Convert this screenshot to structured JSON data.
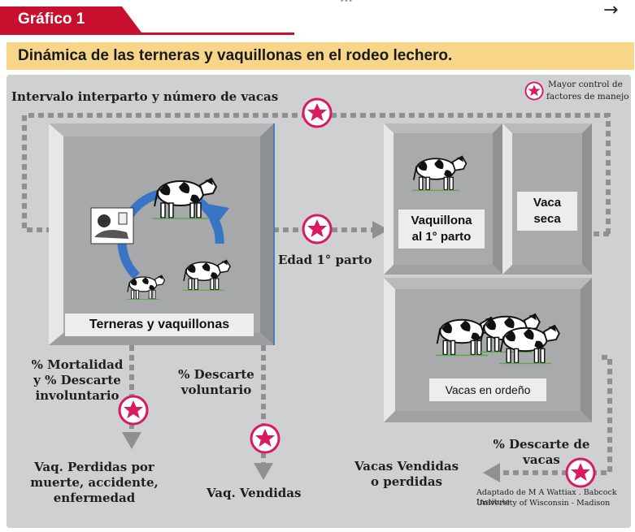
{
  "header": {
    "tag_label": "Gráfico 1",
    "title": "Dinámica de las terneras y vaquillonas en el rodeo lechero.",
    "cut_text": "..."
  },
  "legend": {
    "text_line1": "Mayor control de",
    "text_line2": "factores de manejo"
  },
  "labels": {
    "interval": "Intervalo interparto y número de vacas",
    "edad": "Edad 1° parto",
    "mortalidad_l1": "% Mortalidad",
    "mortalidad_l2": "y  % Descarte",
    "mortalidad_l3": "involuntario",
    "desc_vol_l1": "% Descarte",
    "desc_vol_l2": "voluntario",
    "perdidas_l1": "Vaq. Perdidas  por",
    "perdidas_l2": "muerte, accidente,",
    "perdidas_l3": "enfermedad",
    "vendidas": "Vaq. Vendidas",
    "desc_vacas_l1": "% Descarte de",
    "desc_vacas_l2": "vacas",
    "vacas_vend_l1": "Vacas Vendidas",
    "vacas_vend_l2": "o perdidas"
  },
  "boxes": {
    "terneras": "Terneras y vaquillonas",
    "vaquillona_l1": "Vaquillona",
    "vaquillona_l2": "al 1° parto",
    "seca_l1": "Vaca",
    "seca_l2": "seca",
    "ordeno": "Vacas en ordeño"
  },
  "credit": {
    "line1": "Adaptado de M A Wattiax . Babcock Institute",
    "line2": "University of Wisconsin - Madison"
  },
  "colors": {
    "accent_red": "#c8102e",
    "title_bg": "#f7d68a",
    "star": "#d81b60",
    "cycle_arrow": "#3a74c4"
  }
}
